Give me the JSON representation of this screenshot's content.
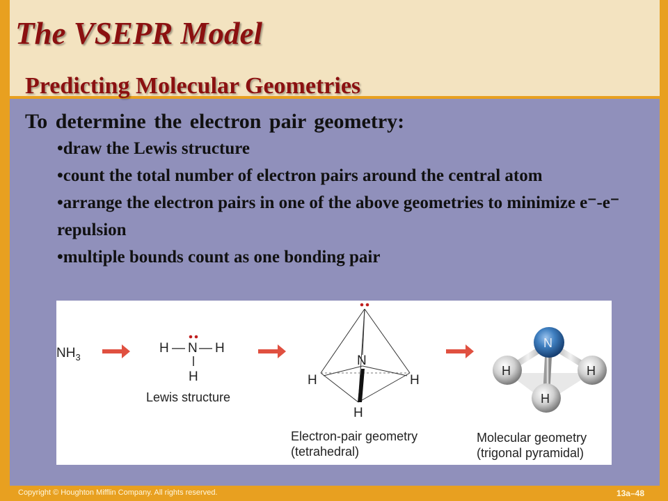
{
  "slide": {
    "title": "The VSEPR Model",
    "subtitle": "Predicting Molecular Geometries",
    "intro": "To determine the electron pair geometry:",
    "bullets": [
      "•draw the Lewis structure",
      "•count the total number of electron pairs around the central atom",
      "•arrange the electron pairs in one of the above geometries to minimize e⁻-e⁻ repulsion",
      "•multiple bounds count as one bonding pair"
    ]
  },
  "figure": {
    "formula": "NH",
    "formula_sub": "3",
    "lewis": {
      "caption": "Lewis structure",
      "atom_n": "N",
      "atom_h": "H",
      "bond_h": "—"
    },
    "electron_pair": {
      "caption_line1": "Electron-pair geometry",
      "caption_line2": "(tetrahedral)",
      "atom_n": "N",
      "atom_h": "H"
    },
    "molecular": {
      "caption_line1": "Molecular geometry",
      "caption_line2": "(trigonal pyramidal)",
      "atom_n": "N",
      "atom_h": "H"
    },
    "colors": {
      "arrow": "#e05040",
      "lone_pair": "#c02020",
      "n_atom": "#2f6aa8",
      "h_atom": "#c8c8c8"
    }
  },
  "footer": {
    "copyright": "Copyright © Houghton Mifflin Company. All rights reserved.",
    "page": "13a–48"
  }
}
